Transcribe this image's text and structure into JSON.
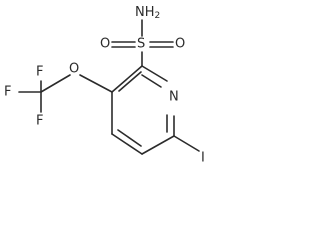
{
  "diagram": {
    "type": "chemical-structure",
    "line_color": "#2b2b2b",
    "atoms": {
      "amine": {
        "label": "NH",
        "subscript": "2"
      },
      "sulfur": {
        "label": "S"
      },
      "sulfonyl_oxygen_left": {
        "label": "O"
      },
      "sulfonyl_oxygen_right": {
        "label": "O"
      },
      "ring_nitrogen": {
        "label": "N"
      },
      "iodine": {
        "label": "I"
      },
      "ether_oxygen": {
        "label": "O"
      },
      "fluorine_top": {
        "label": "F"
      },
      "fluorine_left": {
        "label": "F"
      },
      "fluorine_bottom": {
        "label": "F"
      }
    }
  }
}
